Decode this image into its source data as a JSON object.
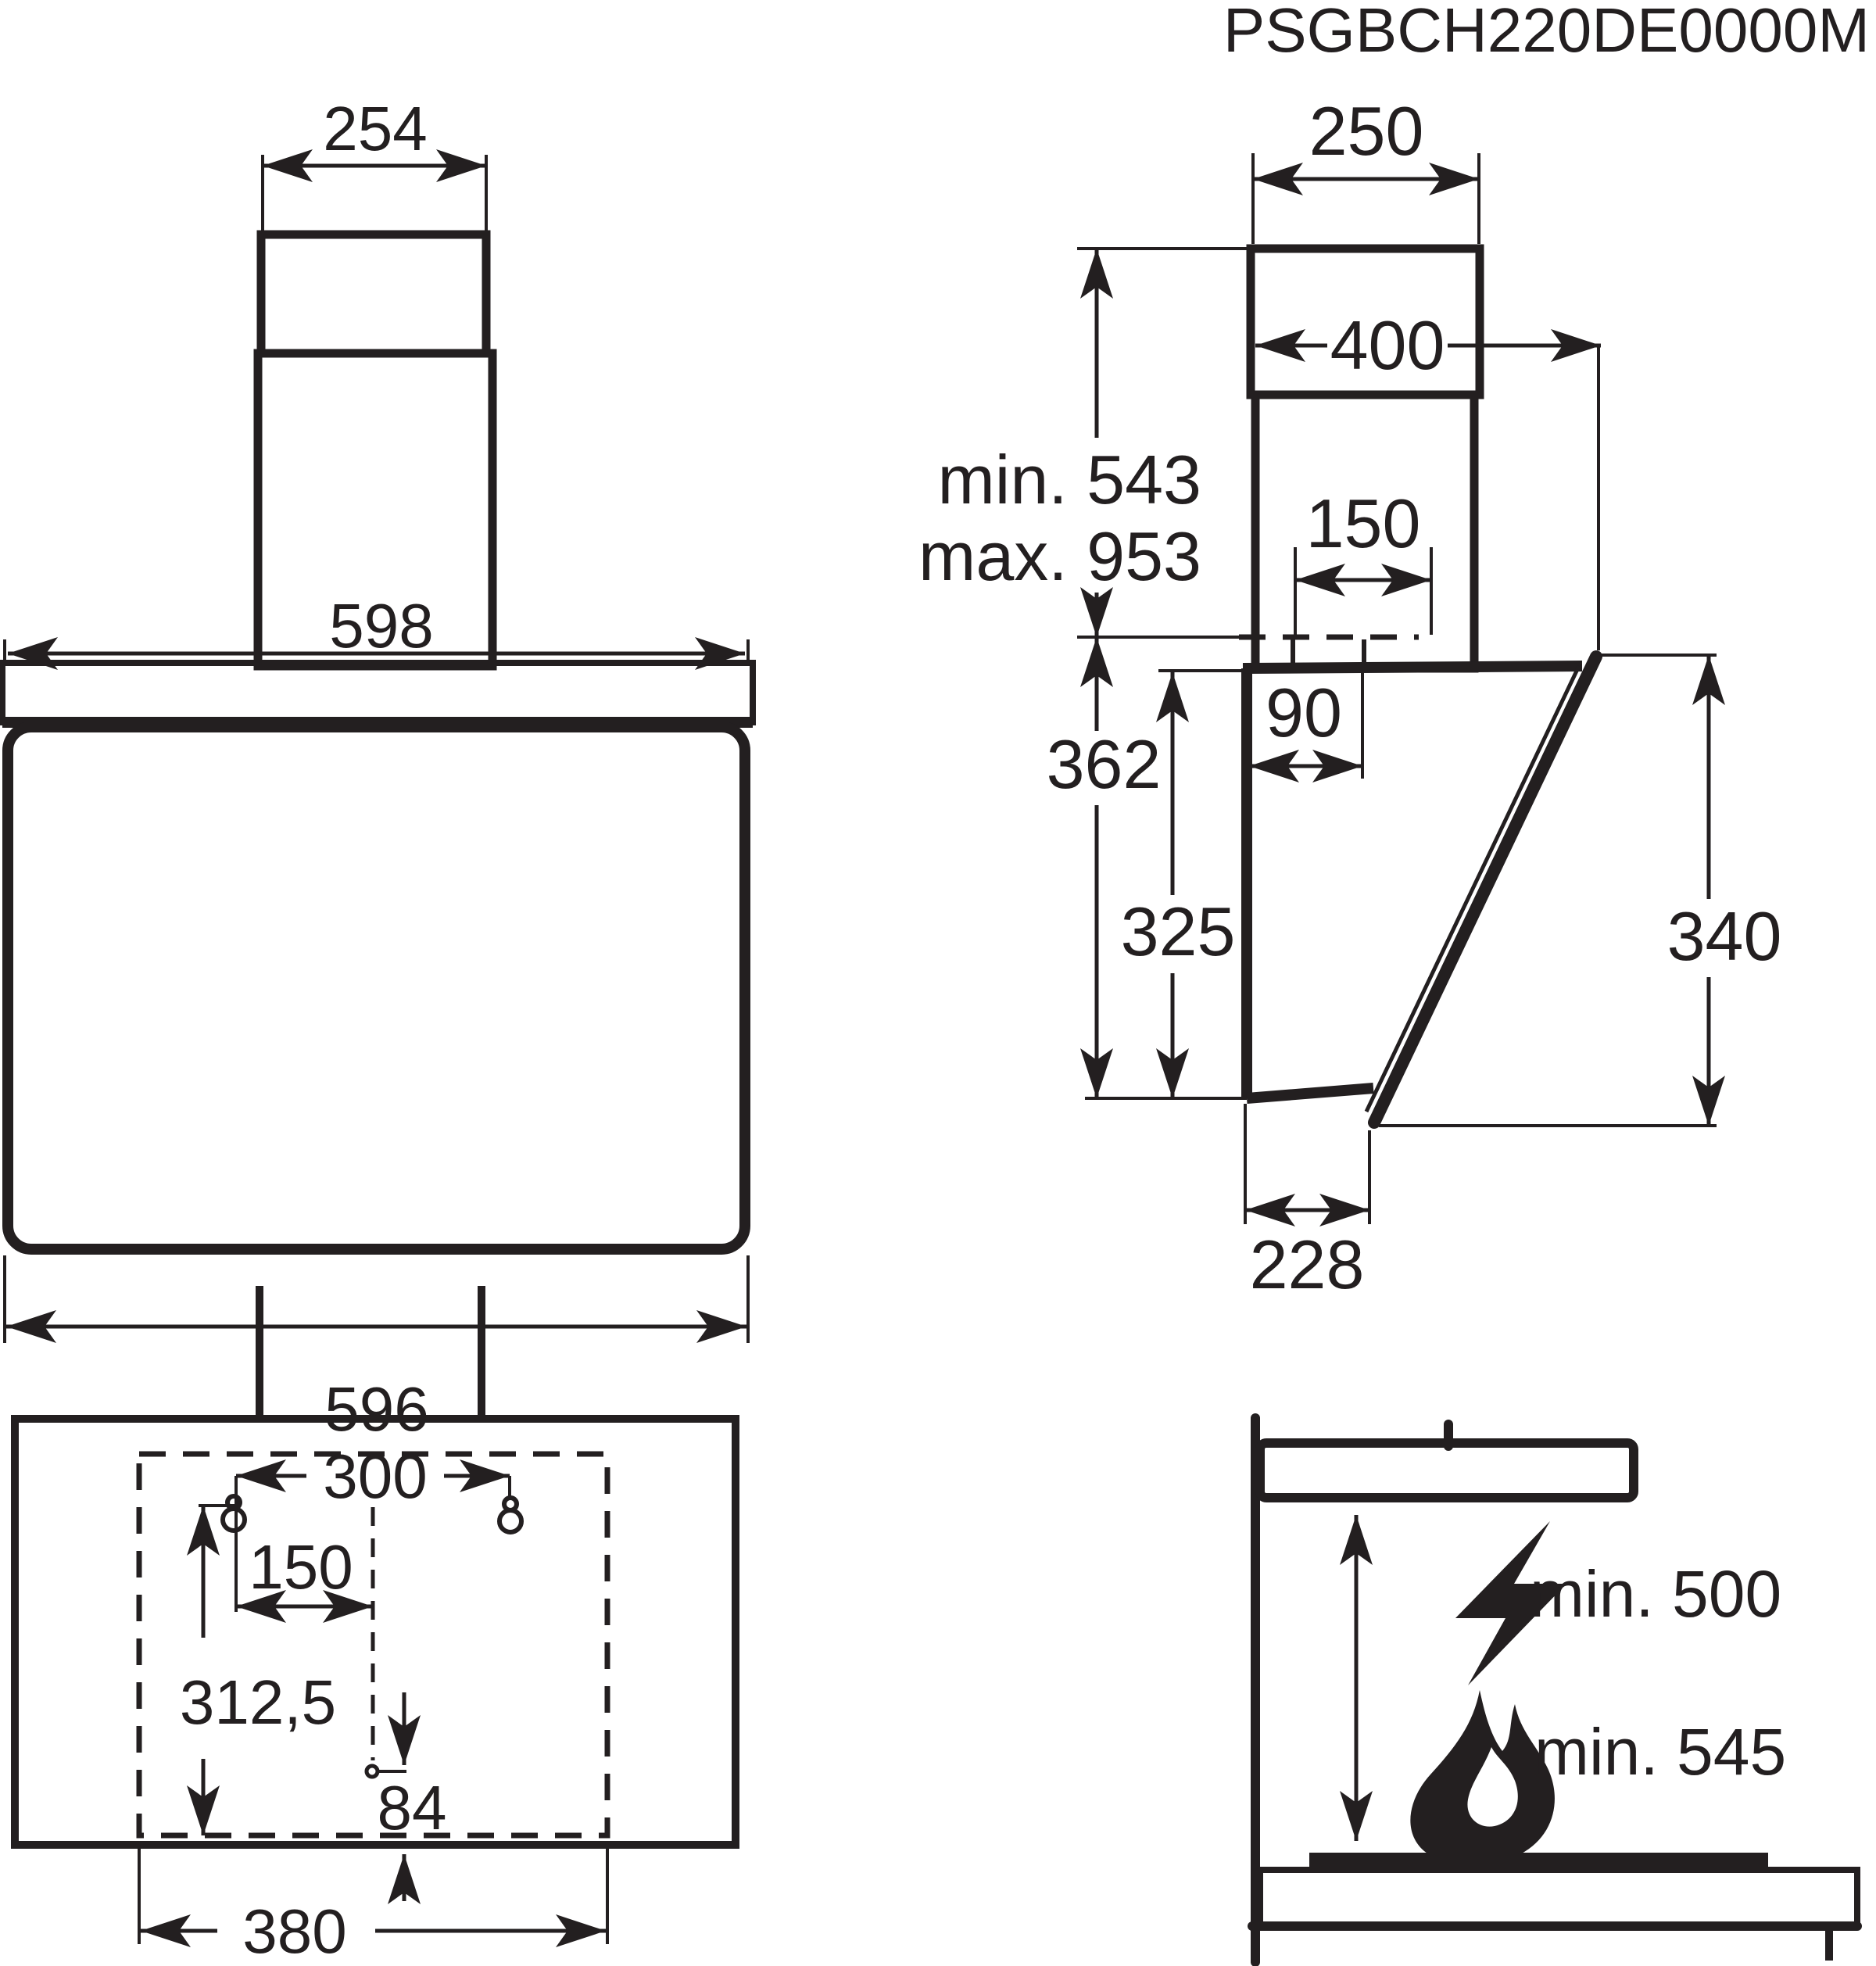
{
  "title": "PSGBCH220DE0000M",
  "unit_note": "mm",
  "front": {
    "chimney_width": "254",
    "body_top_width": "598",
    "body_bottom_width": "596"
  },
  "side": {
    "chimney_depth": "250",
    "mount_min": "min. 543",
    "mount_max": "max. 953",
    "bracket_depth": "400",
    "duct_width": "150",
    "rear_height": "362",
    "body_height": "325",
    "duct_offset": "90",
    "front_glass_height": "340",
    "bottom_depth": "228"
  },
  "template": {
    "hole_spacing": "300",
    "hole_to_center": "150",
    "vertical_span": "312,5",
    "lower_hole_offset": "84",
    "template_width": "380"
  },
  "clearance": {
    "electric_min": "min. 500",
    "gas_min": "min. 545"
  },
  "icons": {
    "electric": "lightning-icon",
    "gas": "flame-icon"
  },
  "colors": {
    "ink": "#231f20",
    "background": "#ffffff"
  }
}
